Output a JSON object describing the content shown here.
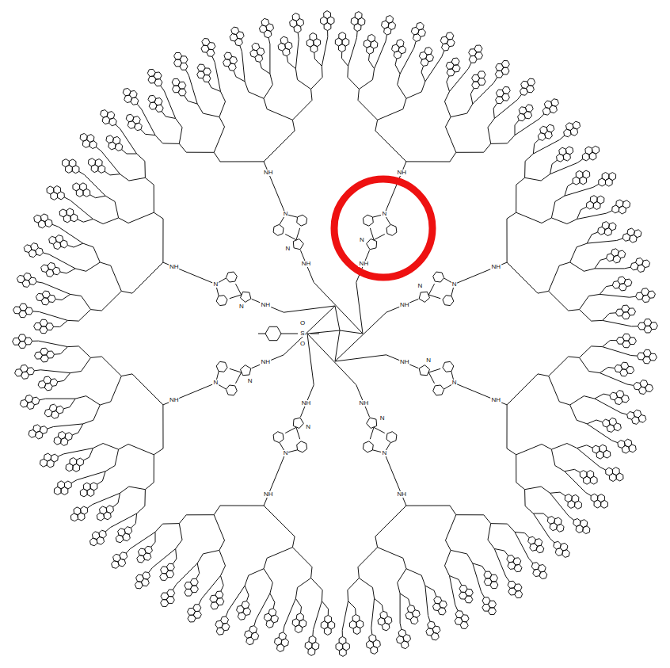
{
  "diagram": {
    "labels": [
      "O",
      "S",
      "O",
      "NH",
      "N",
      "N",
      "NH",
      "NH",
      "N",
      "N",
      "NH",
      "NH",
      "N",
      "N",
      "NH",
      "NH",
      "N",
      "N",
      "NH",
      "NH",
      "N",
      "N",
      "NH",
      "NH",
      "N",
      "N",
      "NH",
      "NH",
      "N",
      "N",
      "NH",
      "NH",
      "N",
      "N",
      "NH"
    ]
  }
}
